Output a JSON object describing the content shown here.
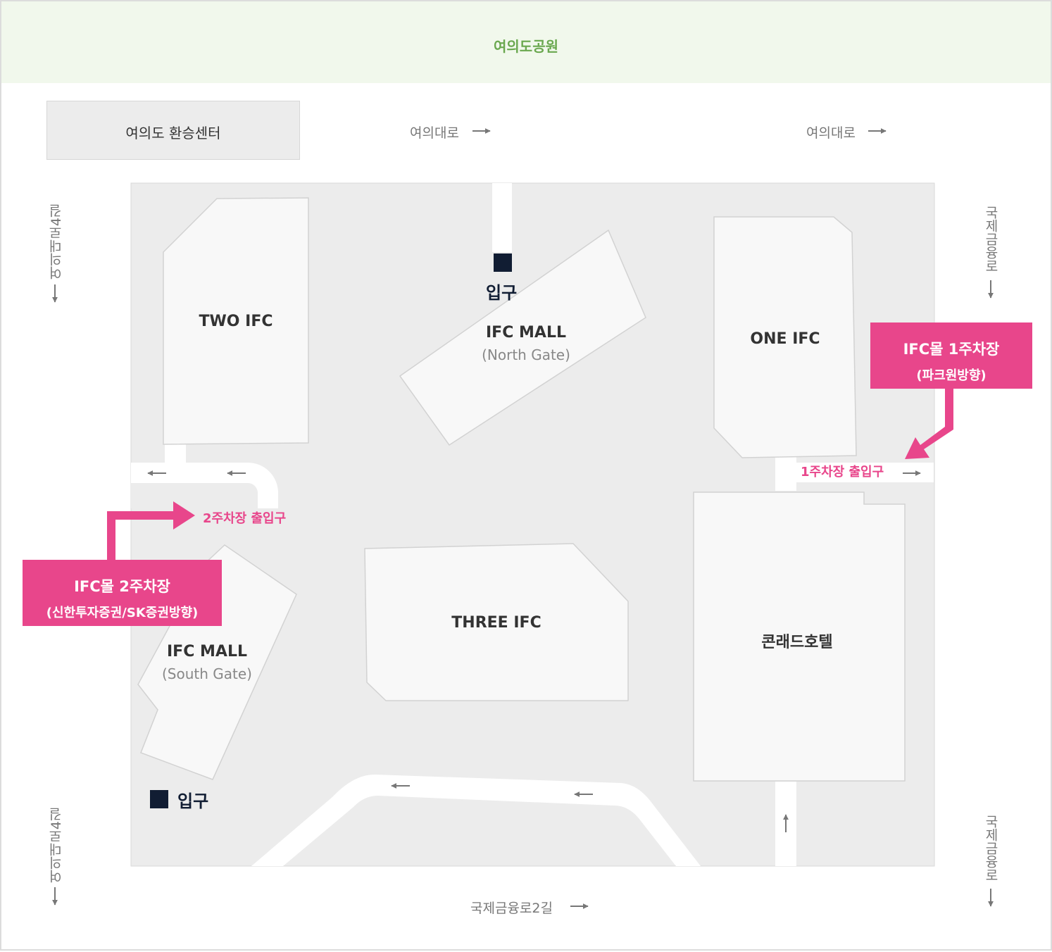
{
  "park": {
    "label": "여의도공원"
  },
  "transfer_center": {
    "label": "여의도 환승센터"
  },
  "roads": {
    "top_left": "여의대로",
    "top_right": "여의대로",
    "left_top": "여의대로4길",
    "left_bottom": "여의대로4길",
    "right_top": "국제금융로",
    "right_bottom": "국제금융로",
    "bottom": "국제금융로2길"
  },
  "buildings": {
    "two_ifc": "TWO IFC",
    "ifc_mall_north": {
      "name": "IFC MALL",
      "gate": "(North Gate)"
    },
    "one_ifc": "ONE IFC",
    "ifc_mall_south": {
      "name": "IFC MALL",
      "gate": "(South Gate)"
    },
    "three_ifc": "THREE IFC",
    "conrad": "콘래드호텔"
  },
  "entrances": {
    "north": "입구",
    "south": "입구"
  },
  "parking": {
    "p1": {
      "title": "IFC몰 1주차장",
      "subtitle": "(파크원방향)",
      "entrance_label": "1주차장 출입구"
    },
    "p2": {
      "title": "IFC몰 2주차장",
      "subtitle": "(신한투자증권/SK증권방향)",
      "entrance_label": "2주차장 출입구"
    }
  },
  "colors": {
    "accent": "#e8468b",
    "park_bg": "#f1f8ec",
    "park_text": "#6aa84f",
    "block_bg": "#ececec",
    "building_bg": "#f8f8f8",
    "entrance_marker": "#111d33"
  },
  "icons": {
    "arrow": "arrow-icon",
    "entrance": "square-marker-icon"
  }
}
